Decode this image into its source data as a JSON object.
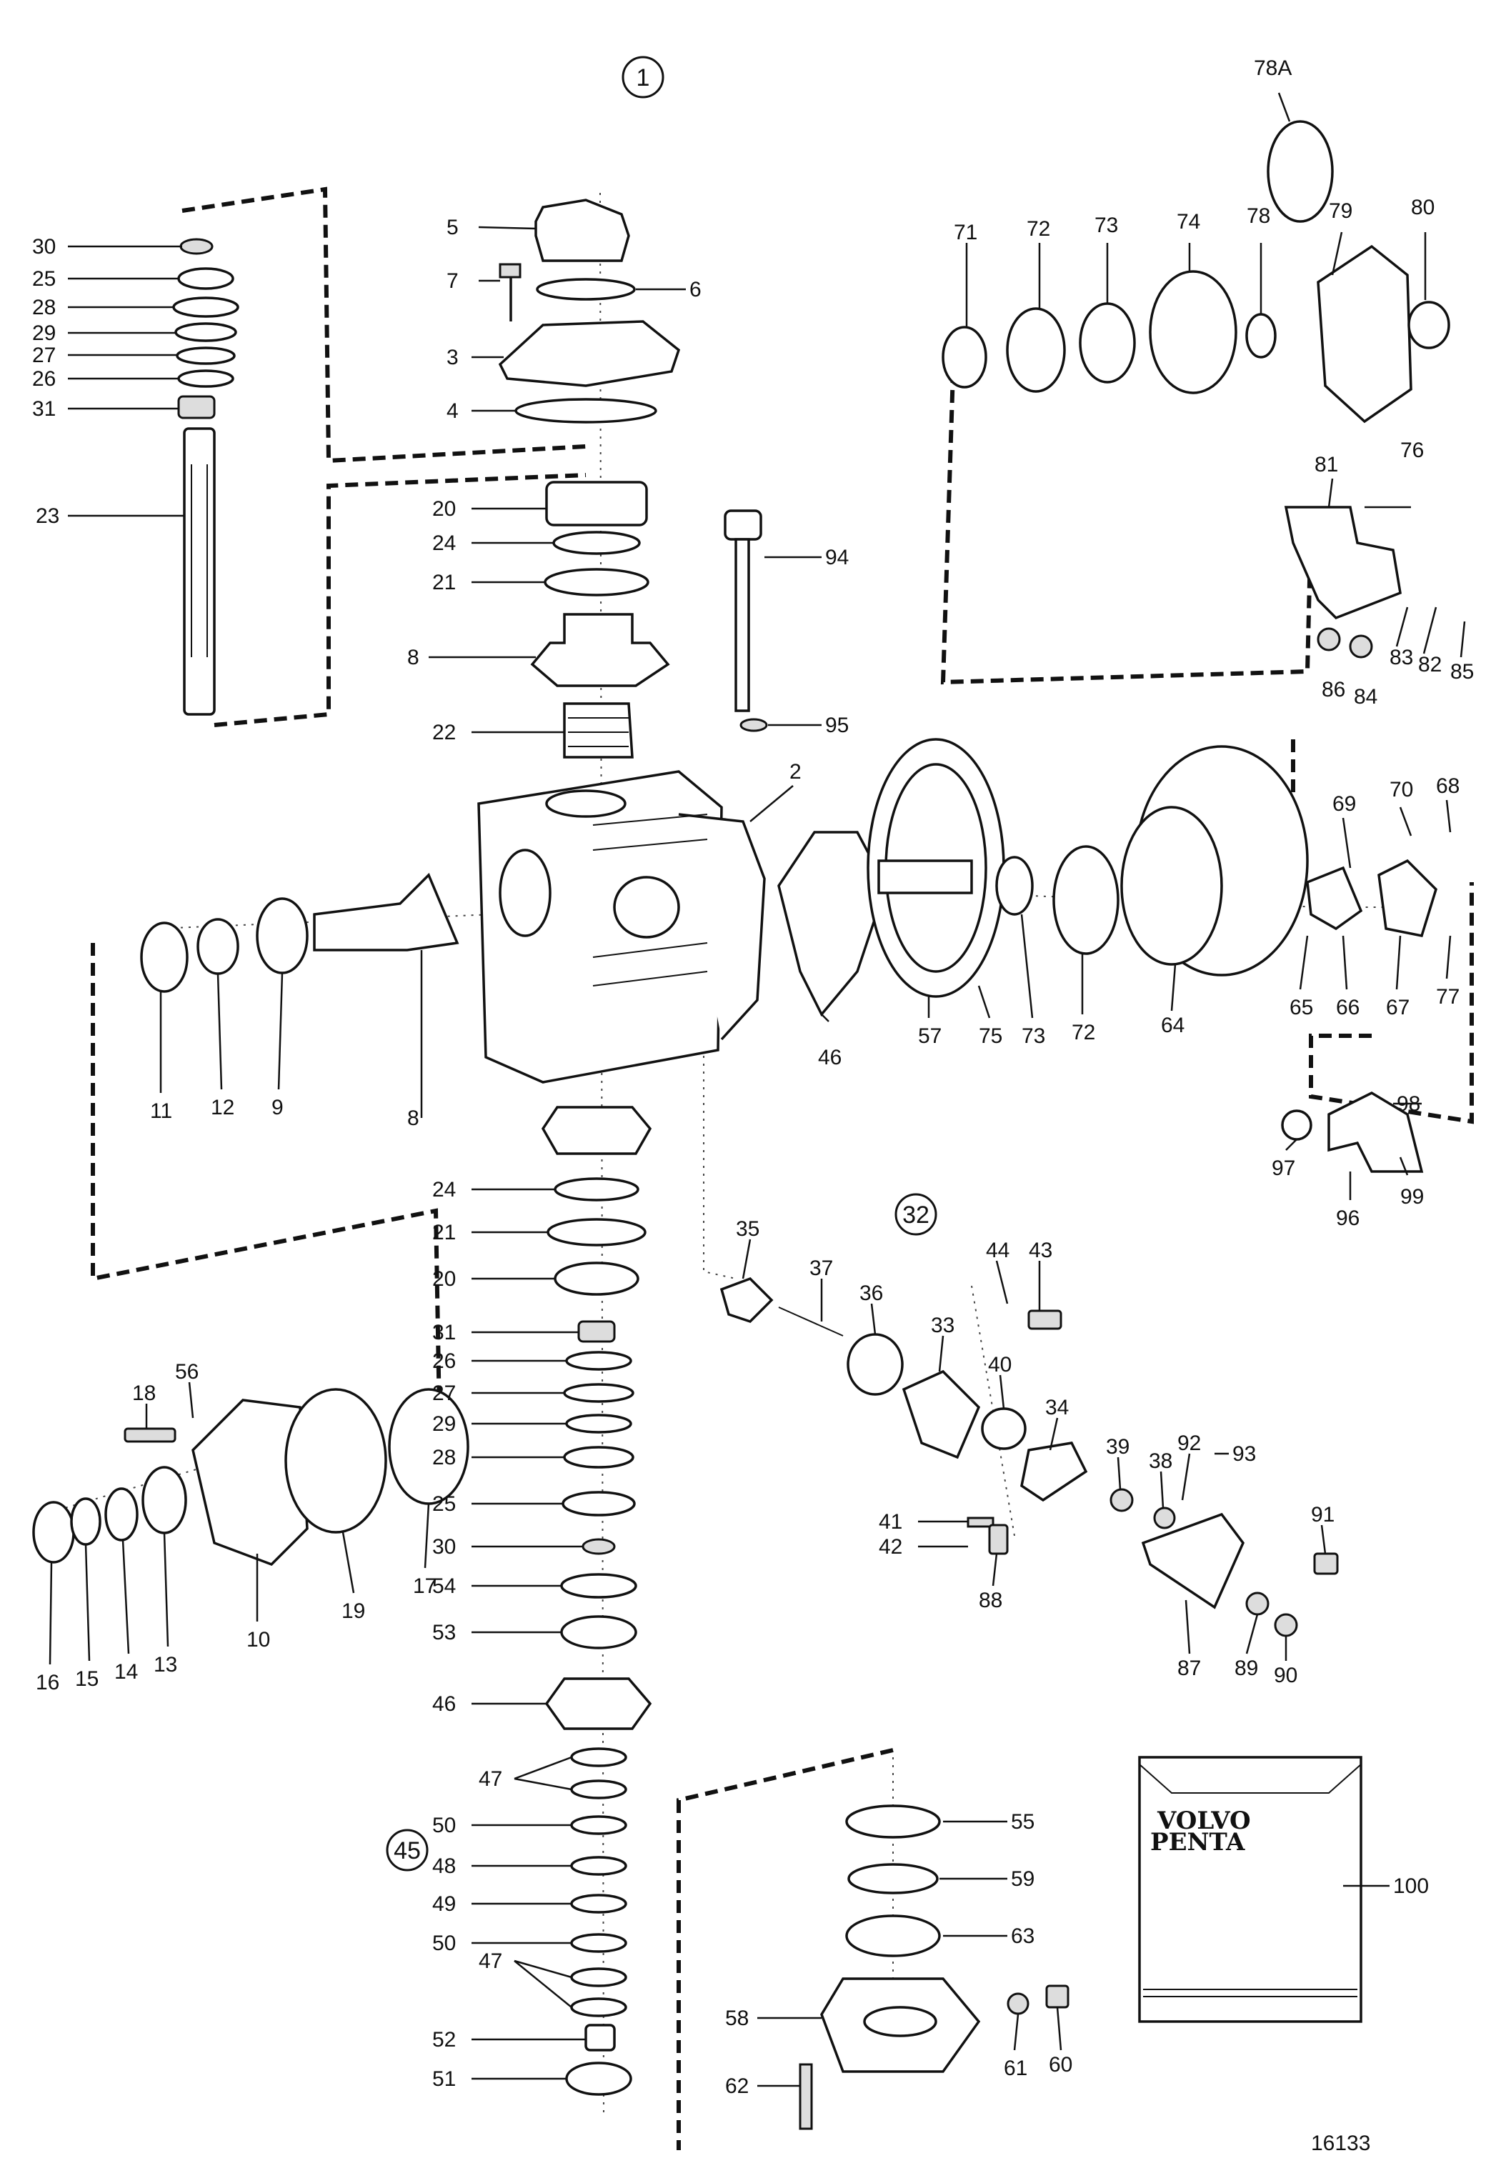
{
  "callouts": [
    {
      "id": "30a",
      "num": "30"
    },
    {
      "id": "25a",
      "num": "25"
    },
    {
      "id": "28a",
      "num": "28"
    },
    {
      "id": "29a",
      "num": "29"
    },
    {
      "id": "27a",
      "num": "27"
    },
    {
      "id": "26a",
      "num": "26"
    },
    {
      "id": "31a",
      "num": "31"
    },
    {
      "id": "23",
      "num": "23"
    },
    {
      "id": "5",
      "num": "5"
    },
    {
      "id": "7",
      "num": "7"
    },
    {
      "id": "6",
      "num": "6"
    },
    {
      "id": "3",
      "num": "3"
    },
    {
      "id": "4",
      "num": "4"
    },
    {
      "id": "20a",
      "num": "20"
    },
    {
      "id": "24a",
      "num": "24"
    },
    {
      "id": "21a",
      "num": "21"
    },
    {
      "id": "8a",
      "num": "8"
    },
    {
      "id": "22",
      "num": "22"
    },
    {
      "id": "94",
      "num": "94"
    },
    {
      "id": "95",
      "num": "95"
    },
    {
      "id": "2",
      "num": "2"
    },
    {
      "id": "78A",
      "num": "78A"
    },
    {
      "id": "71",
      "num": "71"
    },
    {
      "id": "72a",
      "num": "72"
    },
    {
      "id": "73a",
      "num": "73"
    },
    {
      "id": "74",
      "num": "74"
    },
    {
      "id": "78",
      "num": "78"
    },
    {
      "id": "79",
      "num": "79"
    },
    {
      "id": "80",
      "num": "80"
    },
    {
      "id": "81",
      "num": "81"
    },
    {
      "id": "76",
      "num": "76"
    },
    {
      "id": "83",
      "num": "83"
    },
    {
      "id": "82",
      "num": "82"
    },
    {
      "id": "85",
      "num": "85"
    },
    {
      "id": "86",
      "num": "86"
    },
    {
      "id": "84",
      "num": "84"
    },
    {
      "id": "69",
      "num": "69"
    },
    {
      "id": "70",
      "num": "70"
    },
    {
      "id": "68",
      "num": "68"
    },
    {
      "id": "65",
      "num": "65"
    },
    {
      "id": "66",
      "num": "66"
    },
    {
      "id": "67",
      "num": "67"
    },
    {
      "id": "77",
      "num": "77"
    },
    {
      "id": "64",
      "num": "64"
    },
    {
      "id": "72b",
      "num": "72"
    },
    {
      "id": "73b",
      "num": "73"
    },
    {
      "id": "75",
      "num": "75"
    },
    {
      "id": "57",
      "num": "57"
    },
    {
      "id": "46a",
      "num": "46"
    },
    {
      "id": "98",
      "num": "98"
    },
    {
      "id": "97",
      "num": "97"
    },
    {
      "id": "99",
      "num": "99"
    },
    {
      "id": "96",
      "num": "96"
    },
    {
      "id": "11",
      "num": "11"
    },
    {
      "id": "12",
      "num": "12"
    },
    {
      "id": "9",
      "num": "9"
    },
    {
      "id": "8b",
      "num": "8"
    },
    {
      "id": "24b",
      "num": "24"
    },
    {
      "id": "21b",
      "num": "21"
    },
    {
      "id": "20b",
      "num": "20"
    },
    {
      "id": "31b",
      "num": "31"
    },
    {
      "id": "26b",
      "num": "26"
    },
    {
      "id": "27b",
      "num": "27"
    },
    {
      "id": "29b",
      "num": "29"
    },
    {
      "id": "28b",
      "num": "28"
    },
    {
      "id": "25b",
      "num": "25"
    },
    {
      "id": "30b",
      "num": "30"
    },
    {
      "id": "54",
      "num": "54"
    },
    {
      "id": "53",
      "num": "53"
    },
    {
      "id": "46b",
      "num": "46"
    },
    {
      "id": "47a",
      "num": "47"
    },
    {
      "id": "50a",
      "num": "50"
    },
    {
      "id": "48",
      "num": "48"
    },
    {
      "id": "49",
      "num": "49"
    },
    {
      "id": "50b",
      "num": "50"
    },
    {
      "id": "47b",
      "num": "47"
    },
    {
      "id": "52",
      "num": "52"
    },
    {
      "id": "51",
      "num": "51"
    },
    {
      "id": "18",
      "num": "18"
    },
    {
      "id": "56",
      "num": "56"
    },
    {
      "id": "16",
      "num": "16"
    },
    {
      "id": "15",
      "num": "15"
    },
    {
      "id": "14",
      "num": "14"
    },
    {
      "id": "13",
      "num": "13"
    },
    {
      "id": "10",
      "num": "10"
    },
    {
      "id": "19",
      "num": "19"
    },
    {
      "id": "17",
      "num": "17"
    },
    {
      "id": "35",
      "num": "35"
    },
    {
      "id": "37",
      "num": "37"
    },
    {
      "id": "36",
      "num": "36"
    },
    {
      "id": "33",
      "num": "33"
    },
    {
      "id": "44",
      "num": "44"
    },
    {
      "id": "43",
      "num": "43"
    },
    {
      "id": "40",
      "num": "40"
    },
    {
      "id": "34",
      "num": "34"
    },
    {
      "id": "39",
      "num": "39"
    },
    {
      "id": "38",
      "num": "38"
    },
    {
      "id": "92",
      "num": "92"
    },
    {
      "id": "93",
      "num": "93"
    },
    {
      "id": "91",
      "num": "91"
    },
    {
      "id": "41",
      "num": "41"
    },
    {
      "id": "42",
      "num": "42"
    },
    {
      "id": "88",
      "num": "88"
    },
    {
      "id": "87",
      "num": "87"
    },
    {
      "id": "89",
      "num": "89"
    },
    {
      "id": "90",
      "num": "90"
    },
    {
      "id": "55",
      "num": "55"
    },
    {
      "id": "59",
      "num": "59"
    },
    {
      "id": "63",
      "num": "63"
    },
    {
      "id": "58",
      "num": "58"
    },
    {
      "id": "62",
      "num": "62"
    },
    {
      "id": "61",
      "num": "61"
    },
    {
      "id": "60",
      "num": "60"
    },
    {
      "id": "100",
      "num": "100"
    }
  ],
  "group_badges": {
    "g1": "1",
    "g32": "32",
    "g45": "45"
  },
  "manual_cover": {
    "line1": "VOLVO",
    "line2": "PENTA"
  },
  "drawing_number": "16133"
}
